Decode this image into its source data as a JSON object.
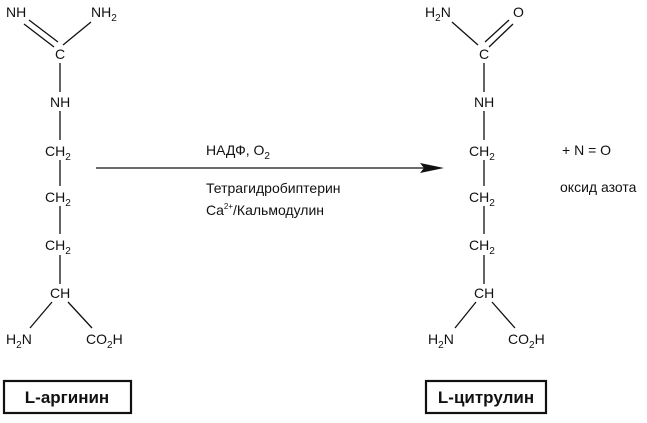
{
  "arginine": {
    "amidine_nh": "NH",
    "amidine_nh2": {
      "main": "NH",
      "sub": "2"
    },
    "carbon": "C",
    "nh": "NH",
    "ch2_1": {
      "main": "CH",
      "sub": "2"
    },
    "ch2_2": {
      "main": "CH",
      "sub": "2"
    },
    "ch2_3": {
      "main": "CH",
      "sub": "2"
    },
    "ch": "CH",
    "amine": {
      "main": "N",
      "pre": "H",
      "pre_sub": "2"
    },
    "carboxyl": {
      "pre": "CO",
      "sub": "2",
      "post": "H"
    },
    "name": "L-аргинин"
  },
  "citrulline": {
    "carbonyl_nh2": {
      "pre": "H",
      "pre_sub": "2",
      "main": "N"
    },
    "oxygen": "O",
    "carbon": "C",
    "nh": "NH",
    "ch2_1": {
      "main": "CH",
      "sub": "2"
    },
    "ch2_2": {
      "main": "CH",
      "sub": "2"
    },
    "ch2_3": {
      "main": "CH",
      "sub": "2"
    },
    "ch": "CH",
    "amine": {
      "pre": "H",
      "pre_sub": "2",
      "main": "N"
    },
    "carboxyl": {
      "pre": "CO",
      "sub": "2",
      "post": "H"
    },
    "name": "L-цитрулин"
  },
  "reaction": {
    "cofactor_1": {
      "text": "НАДФ, О",
      "sub": "2"
    },
    "cofactor_2": "Тетрагидробиптерин",
    "cofactor_3": {
      "pre": "Ca",
      "sup": "2+",
      "post": "/Кальмодулин"
    }
  },
  "product": {
    "formula": "+ N = O",
    "name": "оксид азота"
  }
}
